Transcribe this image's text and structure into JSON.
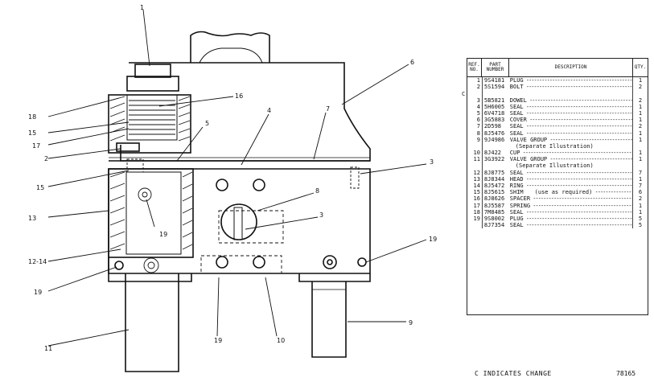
{
  "callouts": {
    "c1": "1",
    "c6": "6",
    "c16": "16",
    "c18": "18",
    "c15a": "15",
    "c17": "17",
    "c5": "5",
    "c4": "4",
    "c7": "7",
    "c2": "2",
    "c3a": "3",
    "c15b": "15",
    "c8": "8",
    "c13": "13",
    "c19a": "19",
    "c3b": "3",
    "c12_14": "12-14",
    "c19b": "19",
    "c19c": "19",
    "c19d": "19",
    "c10": "10",
    "c11": "11",
    "c9": "9"
  },
  "parts_list": {
    "headers": {
      "ref": "REF. NO.",
      "part": "PART NUMBER",
      "desc": "DESCRIPTION",
      "qty": "QTY."
    },
    "rows": [
      {
        "ref": "1",
        "part": "9S4181",
        "desc": "PLUG",
        "qty": "1"
      },
      {
        "ref": "2",
        "part": "5S1594",
        "desc": "BOLT",
        "qty": "2"
      },
      {
        "ref": "",
        "part": "",
        "desc": "",
        "qty": ""
      },
      {
        "ref": "3",
        "part": "5B5821",
        "desc": "DOWEL",
        "qty": "2"
      },
      {
        "ref": "4",
        "part": "5H6005",
        "desc": "SEAL",
        "qty": "1"
      },
      {
        "ref": "5",
        "part": "6V4718",
        "desc": "SEAL",
        "qty": "1"
      },
      {
        "ref": "6",
        "part": "3G5883",
        "desc": "COVER",
        "qty": "1"
      },
      {
        "ref": "7",
        "part": "2D598",
        "desc": "SEAL",
        "qty": "2"
      },
      {
        "ref": "8",
        "part": "8J5476",
        "desc": "SEAL",
        "qty": "1"
      },
      {
        "ref": "9",
        "part": "9J4986",
        "desc": "VALVE GROUP",
        "qty": "1"
      },
      {
        "ref": "",
        "part": "",
        "desc": "(Separate Illustration)",
        "qty": ""
      },
      {
        "ref": "10",
        "part": "8J422",
        "desc": "CUP",
        "qty": "1"
      },
      {
        "ref": "11",
        "part": "3G3922",
        "desc": "VALVE GROUP",
        "qty": "1"
      },
      {
        "ref": "",
        "part": "",
        "desc": "(Separate Illustration)",
        "qty": ""
      },
      {
        "ref": "12",
        "part": "8J8775",
        "desc": "SEAL",
        "qty": "7"
      },
      {
        "ref": "13",
        "part": "8J8344",
        "desc": "HEAD",
        "qty": "1"
      },
      {
        "ref": "14",
        "part": "8J5472",
        "desc": "RING",
        "qty": "7"
      },
      {
        "ref": "15",
        "part": "8J5615",
        "desc": "SHIM",
        "note": "(use as required)",
        "qty": "6"
      },
      {
        "ref": "16",
        "part": "8J8626",
        "desc": "SPACER",
        "qty": "2"
      },
      {
        "ref": "17",
        "part": "8J5587",
        "desc": "SPRING",
        "qty": "1"
      },
      {
        "ref": "18",
        "part": "7M8485",
        "desc": "SEAL",
        "qty": "1"
      },
      {
        "ref": "19",
        "part": "9S8002",
        "desc": "PLUG",
        "qty": "5"
      },
      {
        "ref": "",
        "part": "8J7354",
        "desc": "SEAL",
        "qty": "5"
      }
    ],
    "change_mark": "C"
  },
  "footer": {
    "legend": "C INDICATES CHANGE",
    "illus_no": "78165"
  }
}
